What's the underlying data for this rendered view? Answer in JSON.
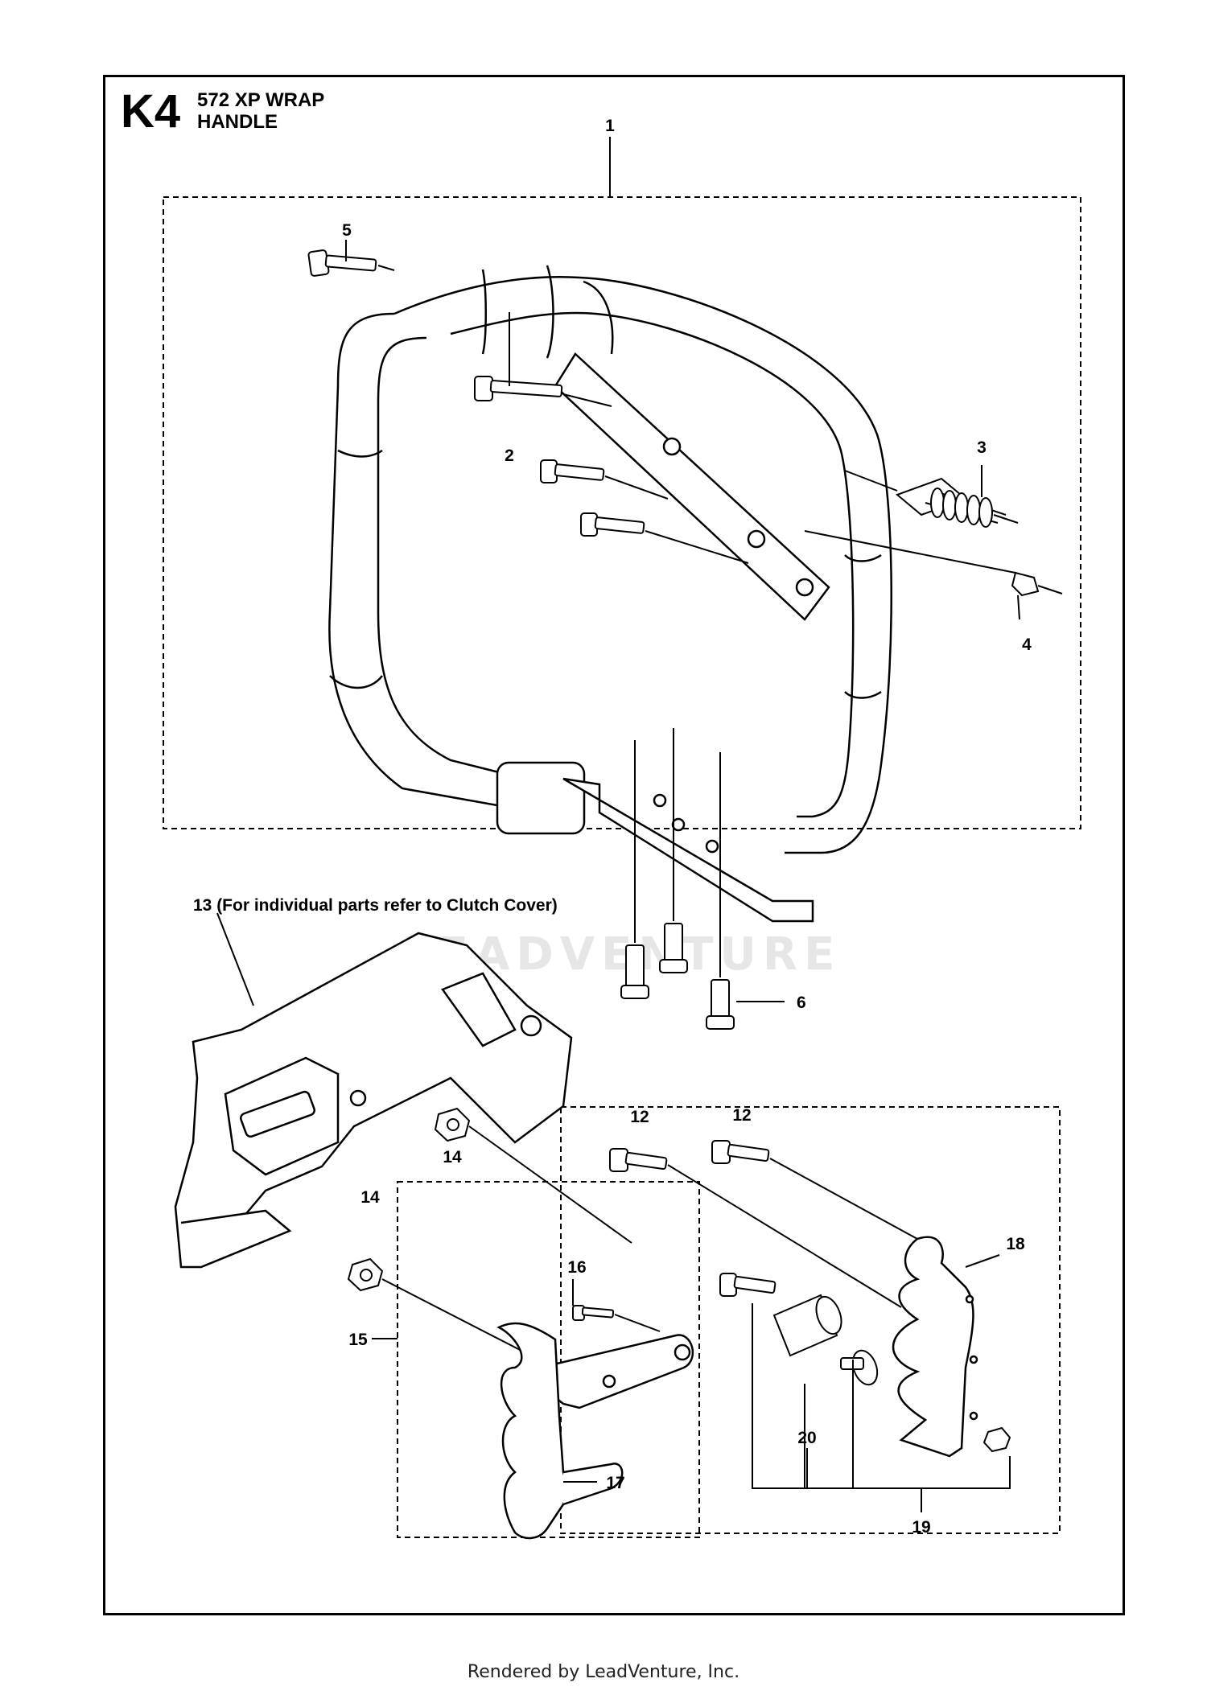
{
  "header": {
    "page_code": "K4",
    "title_line1": "572 XP WRAP",
    "title_line2": "HANDLE"
  },
  "watermark": "LEADVENTURE",
  "footer": "Rendered by LeadVenture, Inc.",
  "callouts": {
    "c1": "1",
    "c2": "2",
    "c3": "3",
    "c4": "4",
    "c5": "5",
    "c6": "6",
    "c12a": "12",
    "c12b": "12",
    "c13": "13 (For individual parts refer to Clutch Cover)",
    "c14a": "14",
    "c14b": "14",
    "c15": "15",
    "c16": "16",
    "c17": "17",
    "c18": "18",
    "c19": "19",
    "c20": "20"
  }
}
